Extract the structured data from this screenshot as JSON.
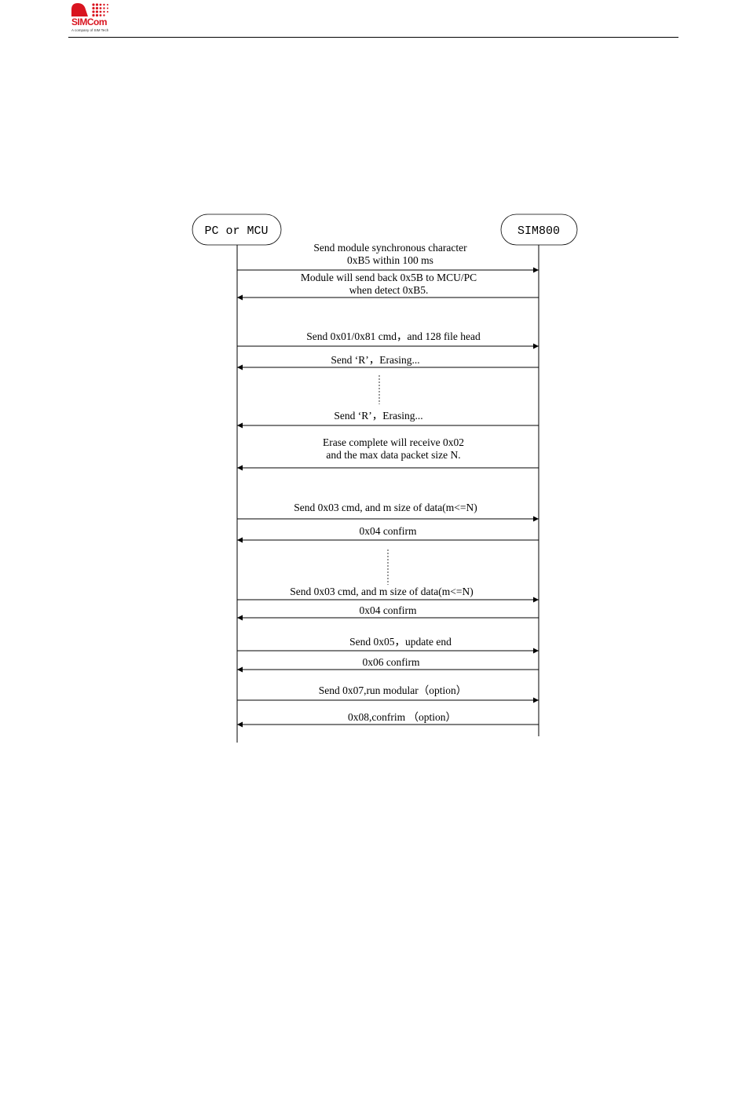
{
  "header": {
    "logo_brand_sim": "SIM",
    "logo_brand_com": "Com",
    "logo_tagline": "A company of SIM Tech"
  },
  "diagram": {
    "participants": [
      {
        "id": "pc",
        "label": "PC or MCU"
      },
      {
        "id": "sim",
        "label": "SIM800"
      }
    ],
    "messages": [
      {
        "from": "pc",
        "to": "sim",
        "lines": [
          "Send module synchronous character",
          "0xB5 within 100 ms"
        ]
      },
      {
        "from": "sim",
        "to": "pc",
        "lines": [
          "Module will send back 0x5B to MCU/PC",
          "when detect 0xB5."
        ]
      },
      {
        "from": "pc",
        "to": "sim",
        "lines": [
          "Send 0x01/0x81 cmd，and 128 file head"
        ]
      },
      {
        "from": "sim",
        "to": "pc",
        "lines": [
          "Send ‘R’，Erasing..."
        ]
      },
      {
        "from": "sim",
        "to": "pc",
        "lines": [
          "Send ‘R’，Erasing..."
        ]
      },
      {
        "from": "sim",
        "to": "pc",
        "lines": [
          "Erase complete will receive 0x02",
          "and the max data packet size N."
        ]
      },
      {
        "from": "pc",
        "to": "sim",
        "lines": [
          "Send 0x03 cmd, and m size of data(m<=N)"
        ]
      },
      {
        "from": "sim",
        "to": "pc",
        "lines": [
          "0x04 confirm"
        ]
      },
      {
        "from": "pc",
        "to": "sim",
        "lines": [
          "Send 0x03 cmd, and m size of data(m<=N)"
        ]
      },
      {
        "from": "sim",
        "to": "pc",
        "lines": [
          "0x04 confirm"
        ]
      },
      {
        "from": "pc",
        "to": "sim",
        "lines": [
          "Send 0x05，update end"
        ]
      },
      {
        "from": "sim",
        "to": "pc",
        "lines": [
          "0x06 confirm"
        ]
      },
      {
        "from": "pc",
        "to": "sim",
        "lines": [
          "Send 0x07,run modular（option）"
        ]
      },
      {
        "from": "sim",
        "to": "pc",
        "lines": [
          "0x08,confrim （option）"
        ]
      }
    ]
  }
}
